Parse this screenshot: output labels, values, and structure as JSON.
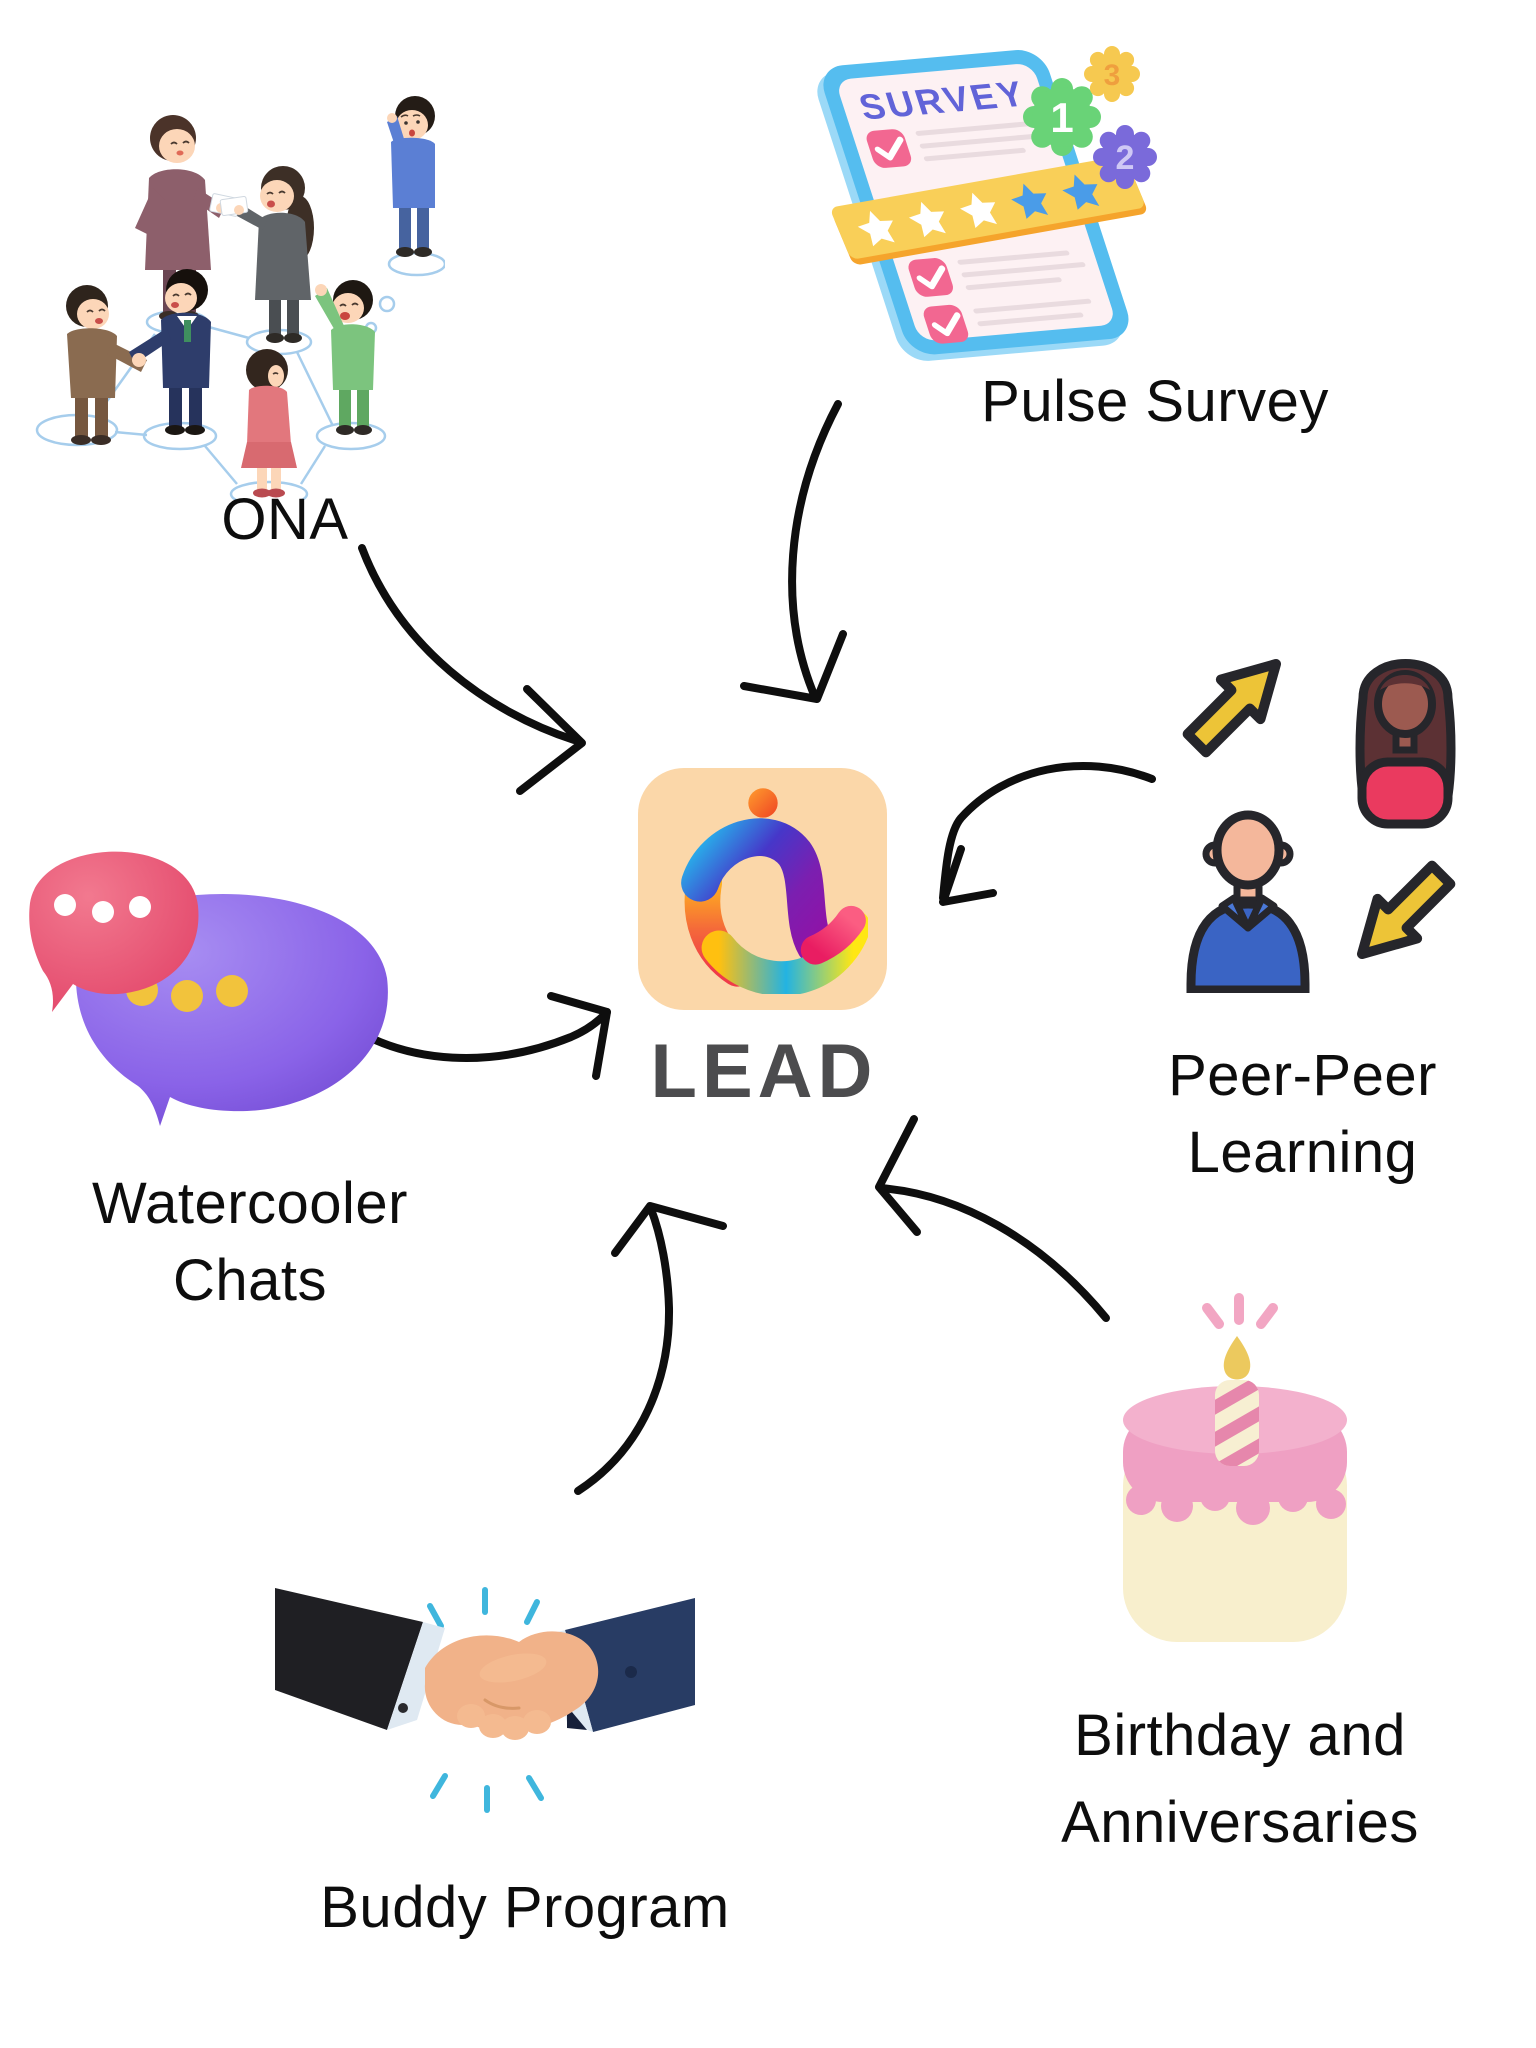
{
  "diagram": {
    "center": {
      "app_name": "LEAD"
    },
    "nodes": {
      "ona": {
        "label": "ONA"
      },
      "pulse_survey": {
        "label": "Pulse Survey"
      },
      "peer_learning": {
        "line1": "Peer-Peer",
        "line2": "Learning"
      },
      "watercooler": {
        "line1": "Watercooler",
        "line2": "Chats"
      },
      "buddy": {
        "label": "Buddy Program"
      },
      "birthday": {
        "line1": "Birthday and",
        "line2": "Anniversaries"
      }
    },
    "survey_card": {
      "title": "SURVEY",
      "badge_1": "1",
      "badge_2": "2",
      "badge_3": "3"
    },
    "colors": {
      "lead_card_bg": "#fbd7a9",
      "lead_text": "#4c4c4e",
      "arrow": "#0e0e0e",
      "label_text": "#0d0d0d",
      "peer_arrow_yellow": "#edc437",
      "chat_pink": "#e44a6e",
      "chat_purple": "#7e57e2",
      "cake_pink": "#efa0c3",
      "survey_blue": "#55bdef"
    }
  }
}
